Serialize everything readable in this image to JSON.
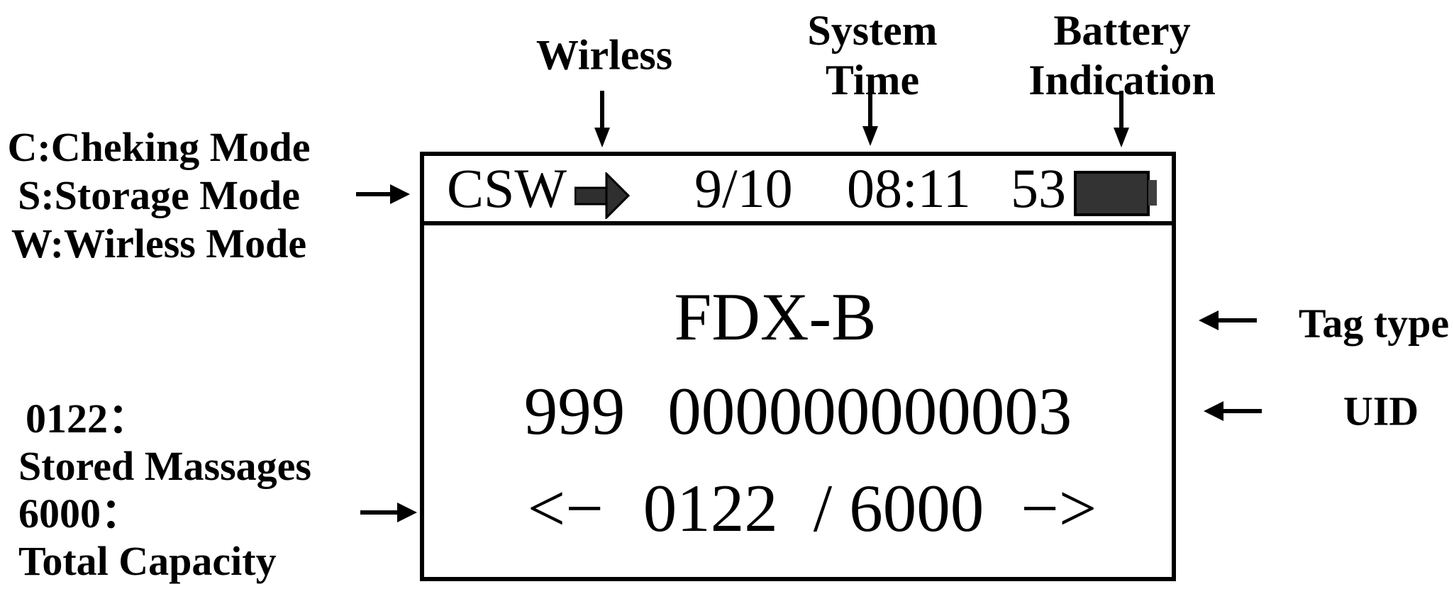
{
  "figure": {
    "background": "#ffffff",
    "ink": "#000000",
    "icon_fill": "#2f2f2f",
    "battery_fill": "#333333"
  },
  "annotations": {
    "mode_legend": {
      "lines": [
        "C:Cheking Mode",
        "S:Storage Mode",
        "W:Wirless Mode"
      ]
    },
    "storage_legend": {
      "lines": [
        "0122：",
        "Stored Massages",
        "6000：",
        "Total Capacity"
      ]
    },
    "wireless_label": "Wirless",
    "system_time_label": {
      "line1": "System",
      "line2": "Time"
    },
    "battery_label": {
      "line1": "Battery",
      "line2": "Indication"
    },
    "tag_type_label": "Tag type",
    "uid_label": "UID"
  },
  "display": {
    "status_bar": {
      "modes": "CSW",
      "wireless_icon": "solid-right-arrow-icon",
      "date": "9/10",
      "time": "08:11",
      "battery_level": "53",
      "battery_icon": "battery-icon"
    },
    "screen": {
      "tag_type": "FDX-B",
      "uid_country": "999",
      "uid_national": "000000000003",
      "counter": {
        "prev": "<−",
        "stored": "0122",
        "separator": "/",
        "capacity": "6000",
        "next": "−>"
      }
    }
  }
}
